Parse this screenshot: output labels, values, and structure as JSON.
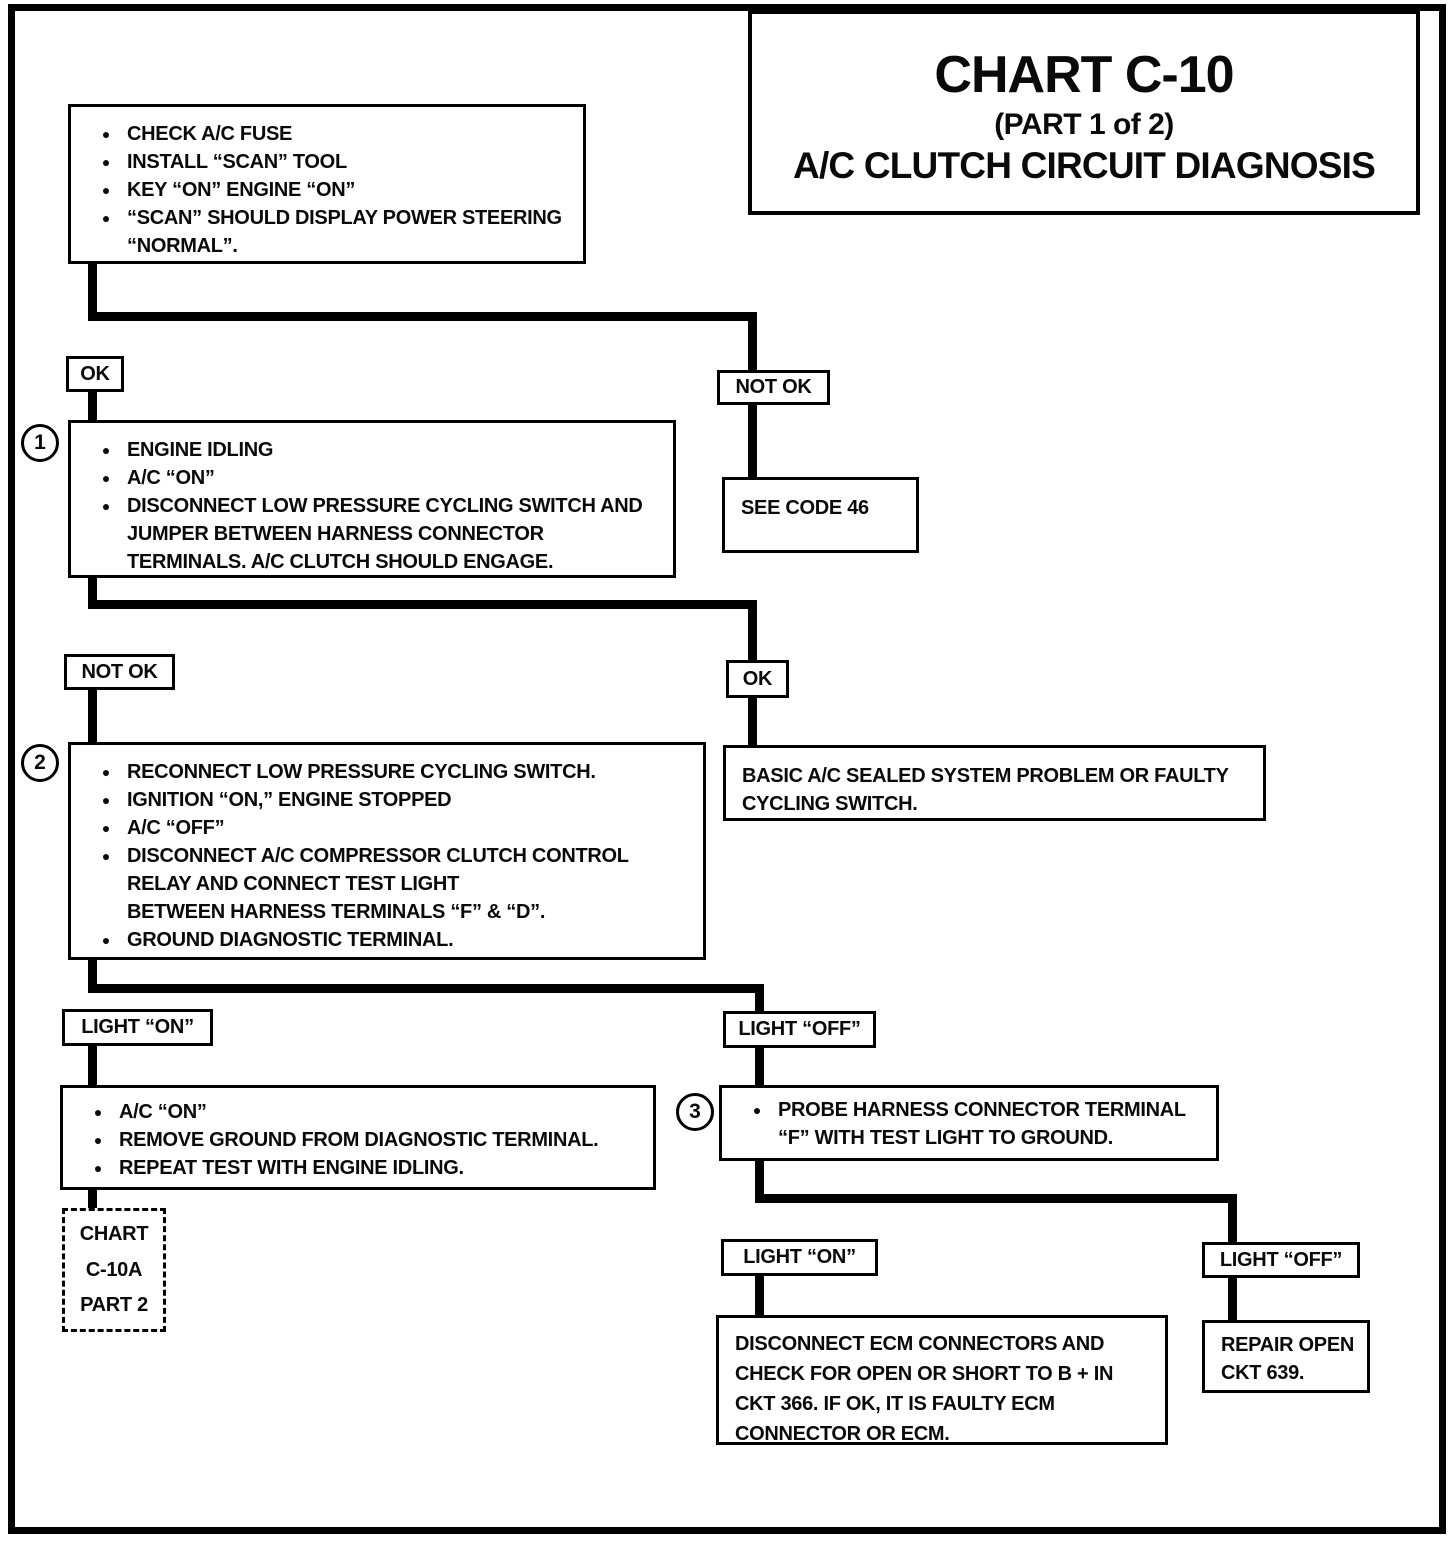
{
  "title": {
    "line1": "CHART C-10",
    "line2": "(PART 1 of 2)",
    "line3": "A/C CLUTCH CIRCUIT DIAGNOSIS"
  },
  "labels": {
    "ok1": "OK",
    "not_ok1": "NOT OK",
    "not_ok2": "NOT OK",
    "ok2": "OK",
    "light_on1": "LIGHT “ON”",
    "light_off1": "LIGHT “OFF”",
    "light_on2": "LIGHT “ON”",
    "light_off2": "LIGHT “OFF”"
  },
  "boxes": {
    "start": {
      "items": [
        "CHECK A/C FUSE",
        "INSTALL “SCAN” TOOL",
        "KEY “ON” ENGINE “ON”",
        "“SCAN” SHOULD DISPLAY POWER STEERING\n“NORMAL”."
      ]
    },
    "step1": {
      "number": "1",
      "items": [
        "ENGINE IDLING",
        "A/C “ON”",
        "DISCONNECT LOW PRESSURE CYCLING SWITCH AND\nJUMPER BETWEEN HARNESS CONNECTOR\nTERMINALS.  A/C CLUTCH SHOULD ENGAGE."
      ]
    },
    "see_code": {
      "text": "SEE CODE 46"
    },
    "step2": {
      "number": "2",
      "items": [
        "RECONNECT LOW PRESSURE CYCLING SWITCH.",
        "IGNITION “ON,” ENGINE STOPPED",
        "A/C “OFF”",
        "DISCONNECT A/C COMPRESSOR CLUTCH CONTROL\nRELAY AND CONNECT TEST LIGHT\nBETWEEN HARNESS TERMINALS “F” & “D”.",
        "GROUND DIAGNOSTIC TERMINAL."
      ]
    },
    "basic_problem": {
      "text": "BASIC A/C SEALED SYSTEM PROBLEM OR FAULTY\nCYCLING SWITCH."
    },
    "retest": {
      "items": [
        "A/C “ON”",
        "REMOVE GROUND FROM DIAGNOSTIC TERMINAL.",
        "REPEAT TEST WITH ENGINE IDLING."
      ]
    },
    "step3": {
      "number": "3",
      "items": [
        "PROBE HARNESS CONNECTOR TERMINAL\n“F” WITH TEST LIGHT TO GROUND."
      ]
    },
    "chart_ref": {
      "line1": "CHART",
      "line2": "C-10A",
      "line3": "PART 2"
    },
    "ecm": {
      "text": "DISCONNECT ECM CONNECTORS AND\nCHECK FOR OPEN OR SHORT TO B +  IN\nCKT 366.   IF OK, IT IS FAULTY ECM\nCONNECTOR OR ECM."
    },
    "repair": {
      "text": "REPAIR OPEN\nCKT 639."
    }
  },
  "bullet_glyph": "●"
}
